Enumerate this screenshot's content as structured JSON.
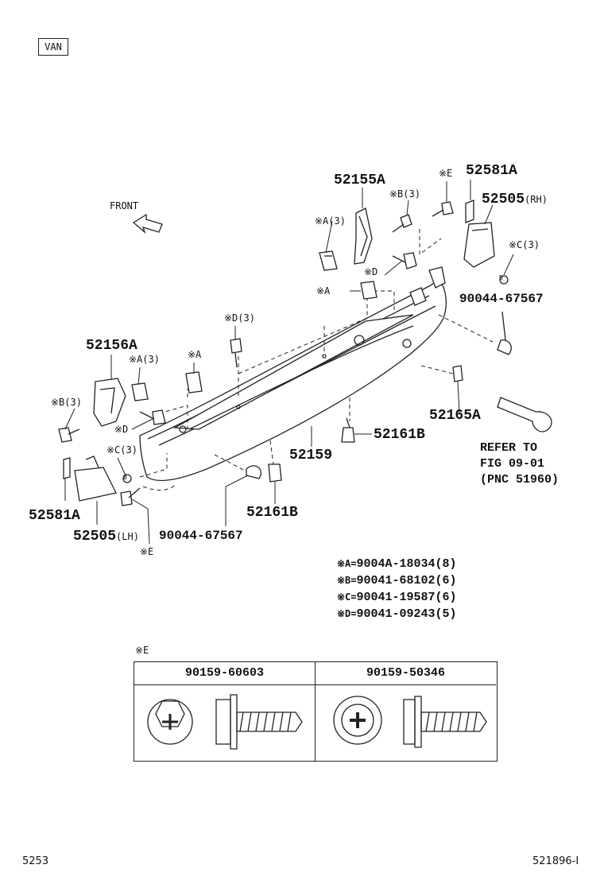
{
  "tag": "VAN",
  "front_label": "FRONT",
  "parts": {
    "p52155A": "52155A",
    "p52581A_r": "52581A",
    "p52505_rh": "52505",
    "p52505_rh_suffix": "(RH)",
    "p90044_r": "90044-67567",
    "p52156A": "52156A",
    "p52165A": "52165A",
    "p52161B_r": "52161B",
    "p52159": "52159",
    "p52581A_l": "52581A",
    "p52505_lh": "52505",
    "p52505_lh_suffix": "(LH)",
    "p90044_l": "90044-67567",
    "p52161B_b": "52161B"
  },
  "callouts": {
    "e_top": "※E",
    "b3_top": "※B(3)",
    "a3_top": "※A(3)",
    "c3_rh": "※C(3)",
    "d_top": "※D",
    "a_mid": "※A",
    "d3": "※D(3)",
    "a3_left": "※A(3)",
    "a_left": "※A",
    "b3_left": "※B(3)",
    "d_left": "※D",
    "c3_lh": "※C(3)",
    "e_bottom": "※E"
  },
  "circle_b": "B",
  "reference": {
    "line1": "REFER TO",
    "line2": "FIG 09-01",
    "line3": "(PNC 51960)"
  },
  "legend": [
    {
      "key": "※A=",
      "value": "9004A-18034(8)"
    },
    {
      "key": "※B=",
      "value": "90041-68102(6)"
    },
    {
      "key": "※C=",
      "value": "90041-19587(6)"
    },
    {
      "key": "※D=",
      "value": "90041-09243(5)"
    }
  ],
  "e_table": {
    "title": "※E",
    "col1": "90159-60603",
    "col2": "90159-50346"
  },
  "footer": {
    "left": "5253",
    "right": "521896-I"
  }
}
